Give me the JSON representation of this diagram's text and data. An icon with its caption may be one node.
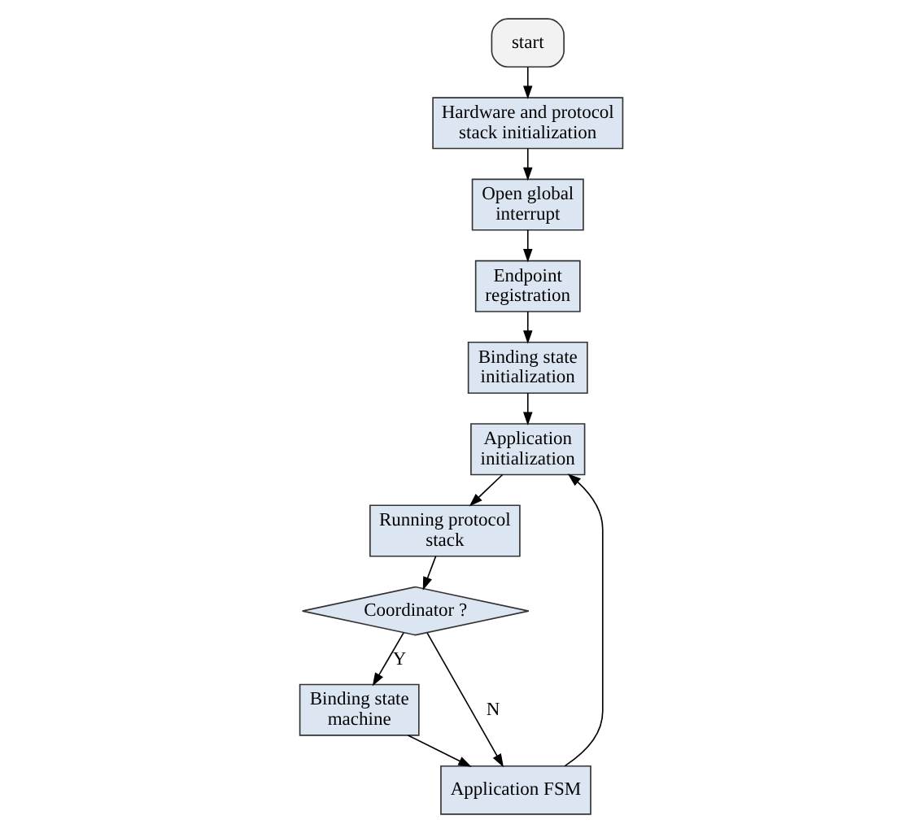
{
  "diagram": {
    "nodes": [
      {
        "text": [
          "start"
        ]
      },
      {
        "text": [
          "Hardware and protocol stack initialization"
        ]
      },
      {
        "text": [
          "Open global interrupt"
        ]
      },
      {
        "text": [
          "Endpoint registration"
        ]
      },
      {
        "text": [
          "Binding state initialization"
        ]
      },
      {
        "text": [
          "Application initialization"
        ]
      },
      {
        "text": [
          "Running protocol stack"
        ]
      },
      {
        "text": [
          "Coordinator ?"
        ]
      },
      {
        "text": [
          "Binding state machine"
        ]
      },
      {
        "text": [
          "Application FSM"
        ]
      }
    ],
    "edges": [
      {
        "from": 0,
        "to": 1,
        "arrow": "to"
      },
      {
        "from": 1,
        "to": 2,
        "arrow": "to"
      },
      {
        "from": 2,
        "to": 3,
        "arrow": "to"
      },
      {
        "from": 3,
        "to": 4,
        "arrow": "to"
      },
      {
        "from": 4,
        "to": 5,
        "arrow": "to"
      },
      {
        "from": 5,
        "to": 6,
        "arrow": "to"
      },
      {
        "from": 6,
        "to": 7,
        "arrow": "to"
      },
      {
        "from": 7,
        "to": 8,
        "label": "Y",
        "arrow": "to"
      },
      {
        "from": 8,
        "to": 9,
        "arrow": "to"
      },
      {
        "from": 7,
        "to": 9,
        "label": "N",
        "arrow": "to"
      },
      {
        "from": 9,
        "to": 5,
        "arrow": "to"
      }
    ]
  }
}
